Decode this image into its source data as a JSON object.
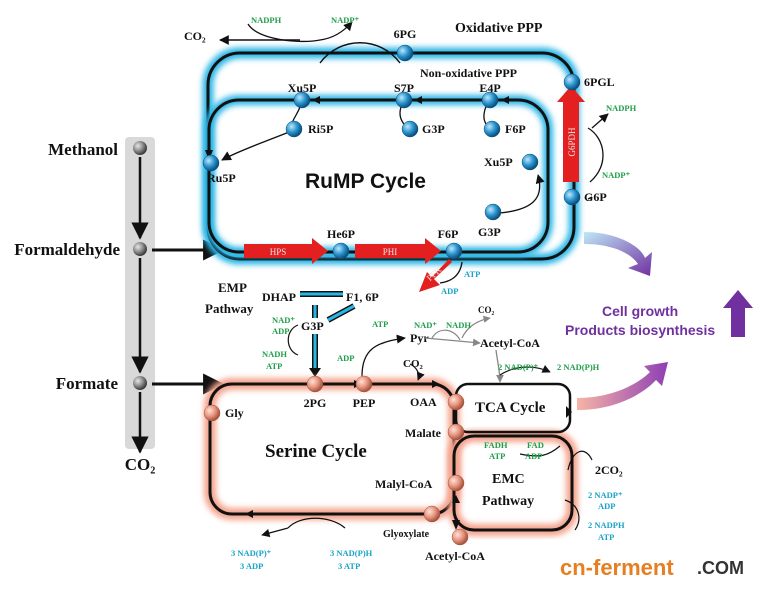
{
  "titles": {
    "rump_cycle": "RuMP Cycle",
    "oxidative_ppp": "Oxidative PPP",
    "non_oxidative_ppp": "Non-oxidative PPP",
    "emp_pathway_1": "EMP",
    "emp_pathway_2": "Pathway",
    "serine_cycle": "Serine  Cycle",
    "tca_cycle": "TCA Cycle",
    "emc_pathway_1": "EMC",
    "emc_pathway_2": "Pathway"
  },
  "c1_path": {
    "methanol": "Methanol",
    "formaldehyde": "Formaldehyde",
    "formate": "Formate",
    "co2": "CO₂"
  },
  "metabolites": {
    "co2_top": "CO₂",
    "sixpg": "6PG",
    "sixpgl": "6PGL",
    "xu5p_top": "Xu5P",
    "s7p": "S7P",
    "e4p": "E4P",
    "ri5p": "Ri5P",
    "g3p_mid": "G3P",
    "f6p_mid": "F6P",
    "ru5p": "Ru5P",
    "xu5p_right": "Xu5P",
    "g6p": "G6P",
    "g3p_bottom": "G3P",
    "he6p": "He6P",
    "f6p_bottom": "F6P",
    "dhap": "DHAP",
    "f16p": "F1, 6P",
    "g3p_emp": "G3P",
    "twopg": "2PG",
    "pep": "PEP",
    "pyr": "Pyr",
    "acetyl_coa_top": "Acetyl-CoA",
    "co2_mid": "CO₂",
    "co2_pyr": "CO₂",
    "oaa": "OAA",
    "malate": "Malate",
    "gly": "Gly",
    "malyl_coa": "Malyl-CoA",
    "glyoxylate": "Glyoxylate",
    "acetyl_coa_bottom": "Acetyl-CoA",
    "two_co2": "2CO₂"
  },
  "enzymes": {
    "hps": "HPS",
    "phi": "PHI",
    "pfk": "PFK",
    "g6pdh": "G6PDH"
  },
  "cofactors": {
    "nadph_top": "NADPH",
    "nadp_top": "NADP⁺",
    "nadph_right": "NADPH",
    "nadp_right": "NADP⁺",
    "atp_pfk": "ATP",
    "adp_pfk": "ADP",
    "nad_emp": "NAD⁺",
    "adp_emp": "ADP",
    "nadh_emp": "NADH",
    "atp_emp": "ATP",
    "atp_pep": "ATP",
    "adp_pep": "ADP",
    "nad_pyr": "NAD⁺",
    "nadh_pyr": "NADH",
    "nadp_tca_in": "2 NAD(P)⁺",
    "nadph_tca_out": "2 NAD(P)H",
    "fadh_emc": "FADH",
    "atp_emc": "ATP",
    "fad_emc": "FAD",
    "adp_emc": "ADP",
    "nadp_emc": "2 NADP⁺",
    "adp_emc2": "ADP",
    "nadph_emc": "2 NADPH",
    "atp_emc2": "ATP",
    "nadp_serine_out": "3 NAD(P)⁺",
    "adp_serine_out": "3 ADP",
    "nadph_serine_in": "3 NAD(P)H",
    "atp_serine_in": "3 ATP"
  },
  "outputs": {
    "line1": "Cell growth",
    "line2": "Products biosynthesis"
  },
  "watermark": {
    "part1": "cn-ferment",
    "part2": ".COM"
  },
  "colors": {
    "rump_glow": "#29b6e6",
    "serine_glow": "#f4a48e",
    "node_blue": "#1c8cc6",
    "node_salmon": "#e8907a",
    "enzyme_red": "#e41f1f",
    "cofactor_green": "#1f9e4a",
    "cofactor_blue": "#19a3c7",
    "output_purple": "#7030a0"
  }
}
